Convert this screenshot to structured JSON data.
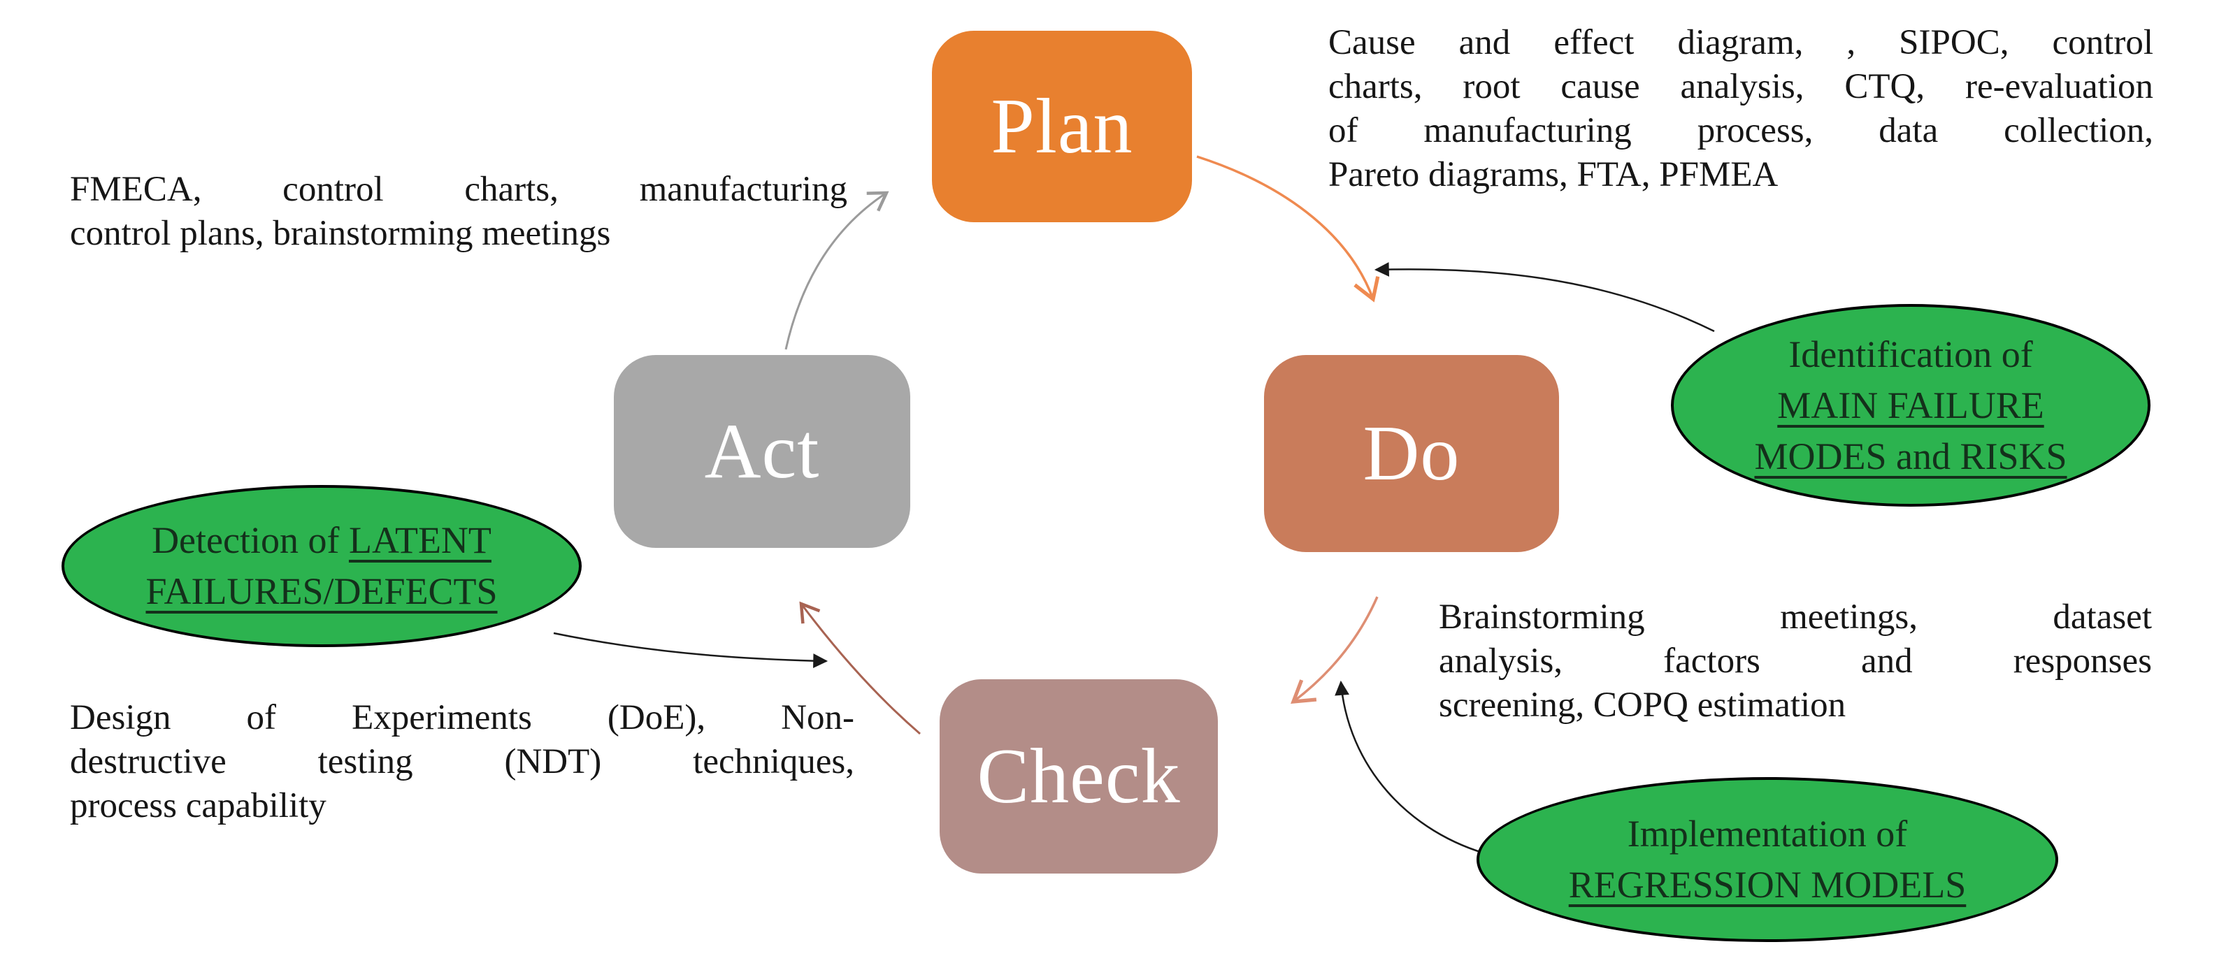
{
  "figure": {
    "name": "PDCA cycle with Six Sigma tools and failure-analysis callouts"
  },
  "nodes": {
    "plan": {
      "label": "Plan"
    },
    "do": {
      "label": "Do"
    },
    "act": {
      "label": "Act"
    },
    "check": {
      "label": "Check"
    }
  },
  "tool_notes": {
    "plan": {
      "lines": [
        "Cause and effect diagram, , SIPOC, control",
        "charts, root cause analysis, CTQ, re-evaluation",
        "of manufacturing process, data collection,",
        "Pareto diagrams, FTA, PFMEA"
      ]
    },
    "act": {
      "lines": [
        "FMECA, control charts, manufacturing",
        "control plans, brainstorming meetings"
      ]
    },
    "do": {
      "lines": [
        "Brainstorming meetings, dataset",
        "analysis, factors and responses",
        "screening, COPQ estimation"
      ]
    },
    "check": {
      "lines": [
        "Design of Experiments (DoE), Non-",
        "destructive testing (NDT) techniques,",
        "process capability"
      ]
    }
  },
  "callouts": {
    "main_failure_modes": {
      "intro": "Identification of",
      "underlined_line1": "MAIN FAILURE",
      "underlined_line2": "MODES and RISKS"
    },
    "latent_failures": {
      "intro": "Detection of ",
      "underlined_inline": "LATENT",
      "underlined_line2": "FAILURES/DEFECTS"
    },
    "regression_models": {
      "intro": "Implementation of",
      "underlined_line2": "REGRESSION MODELS"
    }
  },
  "colors": {
    "plan_box": "#E8802F",
    "do_box": "#C97C5B",
    "act_box": "#A8A8A8",
    "check_box": "#B38D88",
    "ellipse_fill": "#2CB34F",
    "arrow_gray": "#9B9B9B",
    "arrow_orange": "#EF8A50",
    "arrow_salmon": "#DE8E73",
    "arrow_brick": "#A86352",
    "arrow_black": "#1A1A1A"
  }
}
